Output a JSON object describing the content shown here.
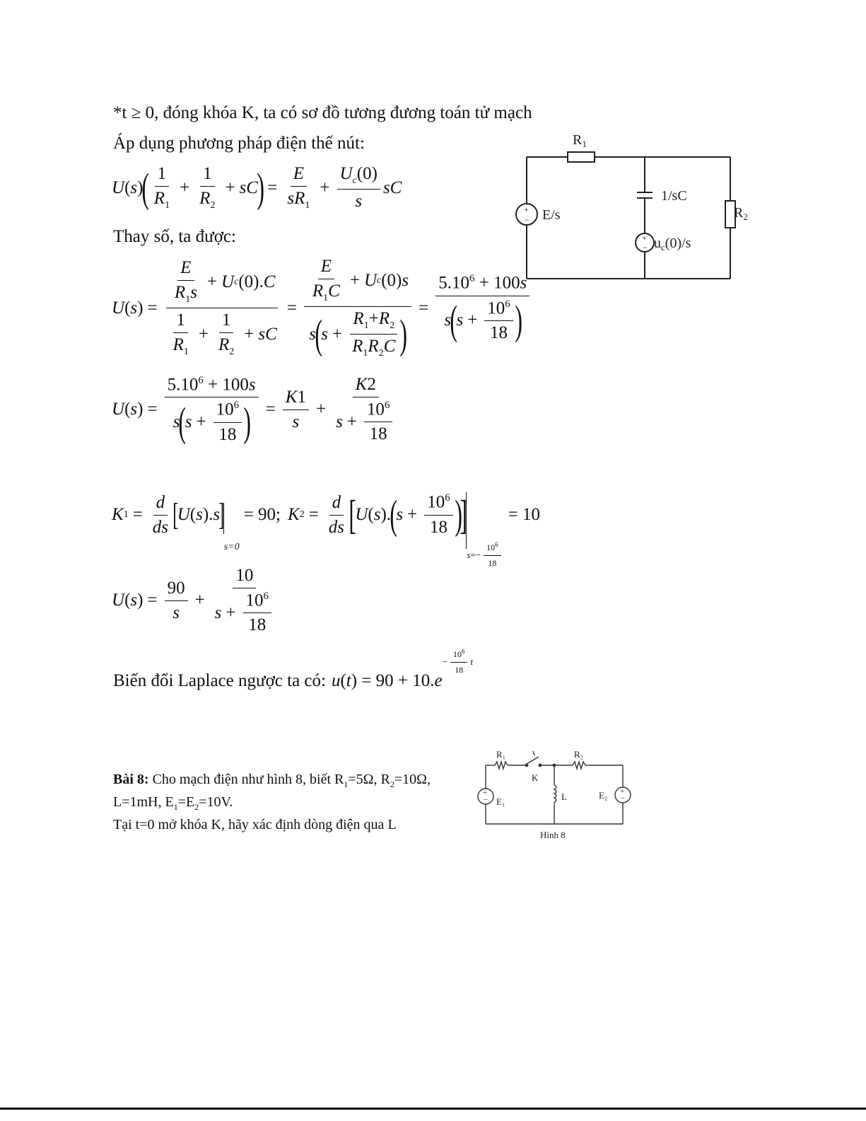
{
  "lines": {
    "intro": "*t ≥ 0, đóng khóa K, ta có sơ đồ tương đương toán tử mạch",
    "method": "Áp dụng phương pháp điện thế nút:",
    "subst": "Thay số, ta được:",
    "inverse": "Biến đổi Laplace ngược ta có:"
  },
  "eq5": {
    "k1_value": "= 90;",
    "k2_value": "= 10"
  },
  "circuit1": {
    "R1": "R",
    "R1_sub": "1",
    "cap": "1/sC",
    "R2": "R",
    "R2_sub": "2",
    "source1": "E/s",
    "source2": "u",
    "source2_sub": "c",
    "source2_rest": "(0)/s"
  },
  "bai8": {
    "title": "Bài 8:",
    "text1": "Cho mạch điện như hình 8, biết R",
    "text2": "=5Ω, R",
    "text3": "=10Ω,",
    "line2": "L=1mH, E",
    "line2b": "=E",
    "line2c": "=10V.",
    "line3": "Tại t=0 mở khóa K, hãy xác định dòng điện qua L"
  },
  "figure8": {
    "R1": "R₁",
    "R2": "R₂",
    "K": "K",
    "L": "L",
    "E1": "E₁",
    "E2": "E₂",
    "caption": "Hình 8"
  }
}
